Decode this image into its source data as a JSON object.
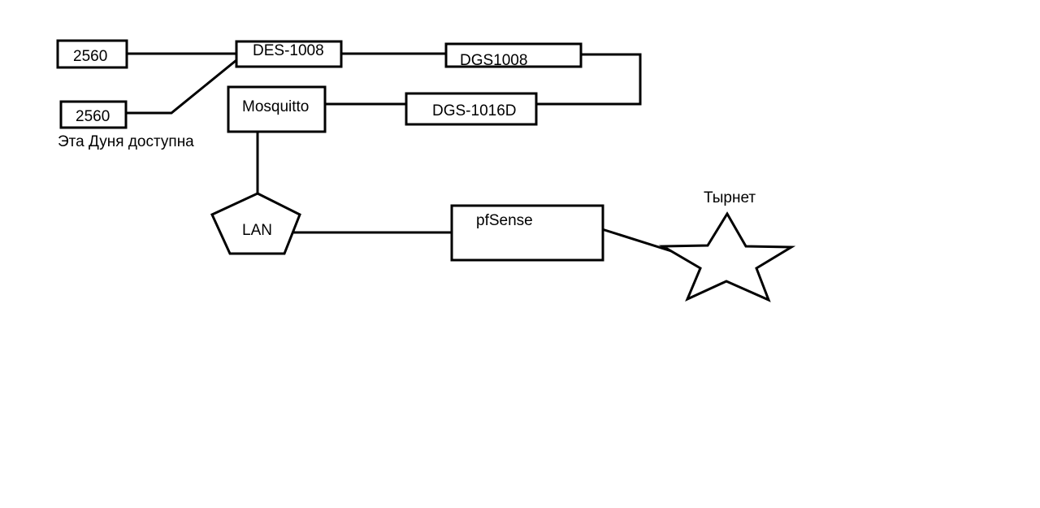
{
  "nodes": {
    "left_top": "2560",
    "left_bottom": "2560",
    "des": "DES-1008",
    "dgs": "DGS1008",
    "dgs16": "DGS-1016D",
    "mosquitto": "Mosquitto",
    "lan": "LAN",
    "pfsense": "pfSense",
    "internet": "Тырнет"
  },
  "notes": {
    "available": "Эта Дуня доступна"
  }
}
